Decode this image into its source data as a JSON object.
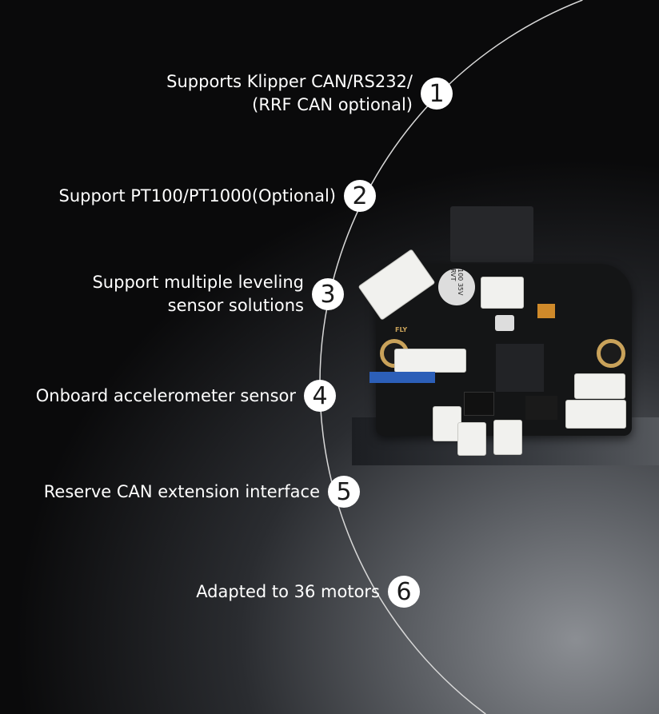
{
  "features": [
    {
      "number": "1",
      "lines": [
        "Supports Klipper CAN/RS232/",
        "(RRF CAN optional)"
      ]
    },
    {
      "number": "2",
      "lines": [
        "Support PT100/PT1000(Optional)"
      ]
    },
    {
      "number": "3",
      "lines": [
        "Support multiple leveling",
        "sensor solutions"
      ]
    },
    {
      "number": "4",
      "lines": [
        "Onboard accelerometer sensor"
      ]
    },
    {
      "number": "5",
      "lines": [
        "Reserve CAN extension interface"
      ]
    },
    {
      "number": "6",
      "lines": [
        "Adapted to 36 motors"
      ]
    }
  ],
  "board": {
    "brand_mark": "FLY",
    "capacitor_text": "100 35V RVT"
  },
  "colors": {
    "accent": "#ffffff",
    "pcb": "#141516",
    "connector": "#f1f1ee",
    "gold": "#c9a25a"
  }
}
